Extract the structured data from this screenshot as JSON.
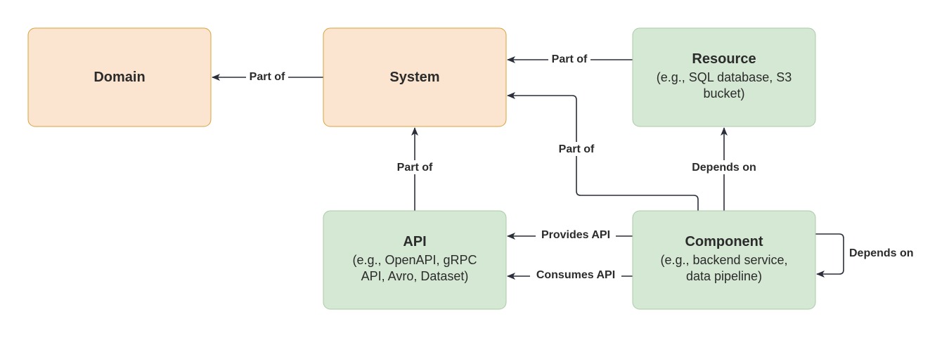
{
  "colors": {
    "orange_fill": "#fbe5d0",
    "orange_stroke": "#d9a13b",
    "green_fill": "#d5e8d4",
    "green_stroke": "#a9cba6",
    "edge": "#2b2f3a",
    "text": "#2b2b2b"
  },
  "nodes": {
    "domain": {
      "title": "Domain",
      "subtitle": []
    },
    "system": {
      "title": "System",
      "subtitle": []
    },
    "resource": {
      "title": "Resource",
      "subtitle": [
        "(e.g., SQL database, S3",
        "bucket)"
      ]
    },
    "api": {
      "title": "API",
      "subtitle": [
        "(e.g., OpenAPI, gRPC",
        "API, Avro, Dataset)"
      ]
    },
    "component": {
      "title": "Component",
      "subtitle": [
        "(e.g., backend service,",
        "data pipeline)"
      ]
    }
  },
  "edges": {
    "system_to_domain": {
      "label": "Part of"
    },
    "resource_to_system": {
      "label": "Part of"
    },
    "component_to_system": {
      "label": "Part of"
    },
    "api_to_system": {
      "label": "Part of"
    },
    "component_to_resource": {
      "label": "Depends on"
    },
    "component_provides_api": {
      "label": "Provides API"
    },
    "component_consumes_api": {
      "label": "Consumes API"
    },
    "component_self": {
      "label": "Depends on"
    }
  }
}
